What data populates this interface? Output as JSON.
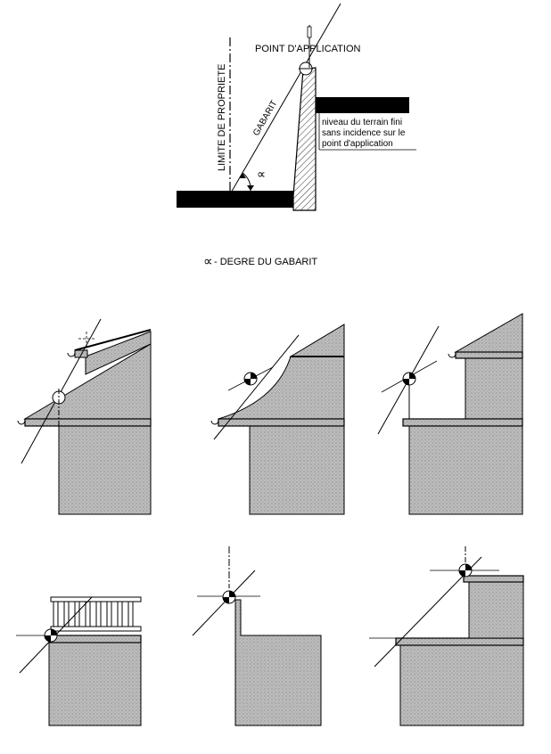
{
  "top_diagram": {
    "label_point": "POINT D'APPLICATION",
    "label_limite": "LIMITE DE PROPRIETE",
    "label_gabarit": "GABARIT",
    "label_alpha": "∝",
    "label_niveau": [
      "niveau du terrain fini",
      "sans incidence sur le",
      "point d'application"
    ]
  },
  "legend": {
    "symbol": "∝",
    "text": "- DEGRE DU GABARIT"
  },
  "colors": {
    "ink": "#000000",
    "fill": "#b8b8b8",
    "paper": "#ffffff"
  }
}
